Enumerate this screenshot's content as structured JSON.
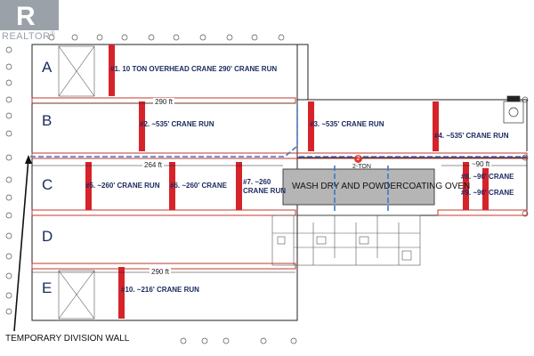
{
  "logo": {
    "text": "REALTOR",
    "mark": "®"
  },
  "bays": [
    "A",
    "B",
    "C",
    "D",
    "E"
  ],
  "crane_runs": [
    "#1. 10 TON OVERHEAD CRANE  290' CRANE RUN",
    "#2. ~535' CRANE RUN",
    "#3. ~535' CRANE RUN",
    "#4. ~535' CRANE RUN",
    "#5. ~260' CRANE RUN",
    "#6. ~260' CRANE",
    "#7. ~260",
    "CRANE RUN",
    "#8. ~90' CRANE",
    "#9. ~90' CRANE",
    "#10. ~216' CRANE RUN"
  ],
  "dimensions": {
    "top": "290 ft",
    "middle": "264 ft",
    "bottom": "290 ft",
    "right": "~90 ft"
  },
  "oven": {
    "label": "WASH DRY AND POWDERCOATING OVEN",
    "marker": "2",
    "capacity": "2-TON"
  },
  "division_wall": "TEMPORARY DIVISION WALL",
  "colors": {
    "crane": "#d6232a",
    "division": "#3a77d0",
    "wall": "#222222",
    "text": "#1a2a5e",
    "oven_fill": "#b5b5b5"
  }
}
